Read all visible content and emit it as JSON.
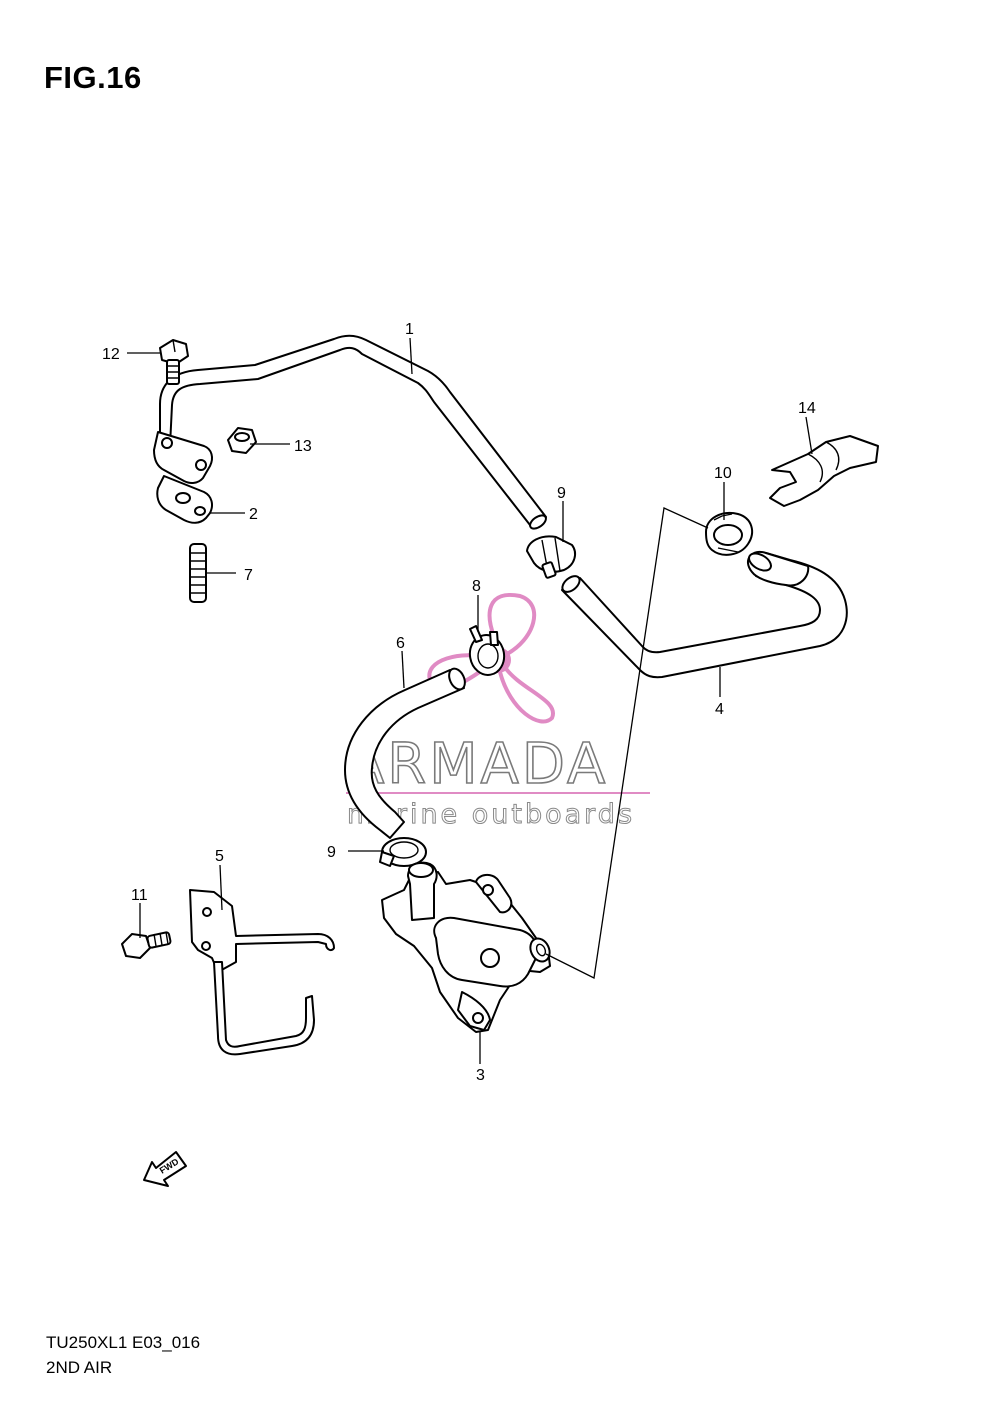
{
  "figure": {
    "title": "FIG.16"
  },
  "callouts": [
    "1",
    "2",
    "3",
    "4",
    "5",
    "6",
    "7",
    "8",
    "9",
    "9",
    "10",
    "11",
    "12",
    "13",
    "14"
  ],
  "fwd_arrow": {
    "label": "FWD",
    "icon": "forward-arrow-icon"
  },
  "watermark": {
    "brand": "ARMADA",
    "tagline": "marine outboards",
    "logo_icon": "propeller-logo-icon",
    "accent_color": "#e08bc4"
  },
  "footer": {
    "model_code": "TU250XL1 E03_016",
    "section_name": "2ND AIR"
  }
}
